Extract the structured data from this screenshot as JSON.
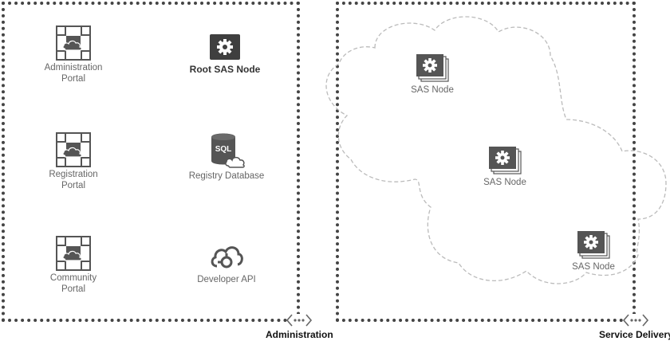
{
  "zones": {
    "administration": "Administration",
    "service_delivery": "Service Delivery"
  },
  "admin": {
    "administration_portal": [
      "Administration",
      "Portal"
    ],
    "registration_portal": [
      "Registration",
      "Portal"
    ],
    "community_portal": [
      "Community",
      "Portal"
    ],
    "root_sas_node": "Root SAS Node",
    "registry_database": "Registry Database",
    "sql_text": "SQL",
    "developer_api": "Developer API"
  },
  "delivery": {
    "sas_nodes": [
      "SAS Node",
      "SAS Node",
      "SAS Node"
    ]
  },
  "colors": {
    "icon_dark": "#3f3f3f",
    "icon_gray": "#555555",
    "border": "#444444",
    "cloud_outline": "#bbbbbb"
  }
}
